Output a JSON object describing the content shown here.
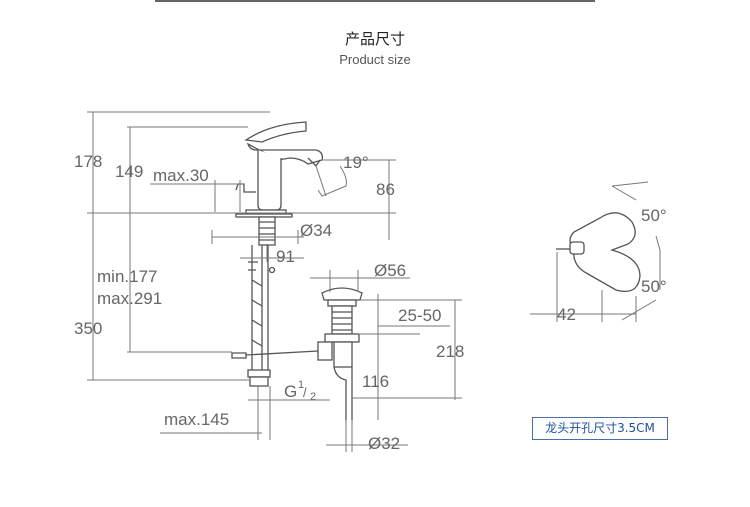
{
  "header": {
    "title_cn": "产品尺寸",
    "title_en": "Product size"
  },
  "dimensions": {
    "d178": "178",
    "d149": "149",
    "max30": "max.30",
    "angle19": "19°",
    "d86": "86",
    "dia34": "Ø34",
    "d91": "91",
    "min177": "min.177",
    "max291": "max.291",
    "d350": "350",
    "dia56": "Ø56",
    "d25_50": "25-50",
    "d218": "218",
    "d116": "116",
    "g_main": "G",
    "g_num": "1",
    "g_den": "2",
    "max145": "max.145",
    "dia32": "Ø32",
    "angle50_top": "50°",
    "angle50_bottom": "50°",
    "d42": "42"
  },
  "note": {
    "text": "龙头开孔尺寸3.5CM"
  },
  "colors": {
    "line": "#777777",
    "text": "#666666",
    "note_border": "#4a6fa5",
    "note_text": "#1f4f9a"
  }
}
